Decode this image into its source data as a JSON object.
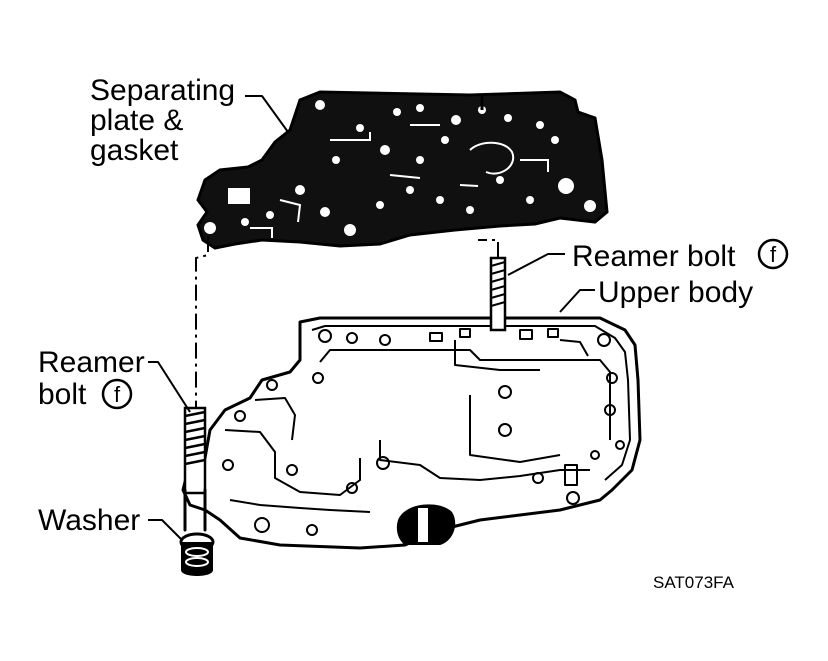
{
  "labels": {
    "separating_plate": [
      "Separating",
      "plate &",
      "gasket"
    ],
    "reamer_bolt_right": "Reamer bolt",
    "upper_body": "Upper body",
    "reamer_bolt_left": [
      "Reamer",
      "bolt"
    ],
    "washer": "Washer",
    "tightening_symbol": "f"
  },
  "figure_code": "SAT073FA"
}
